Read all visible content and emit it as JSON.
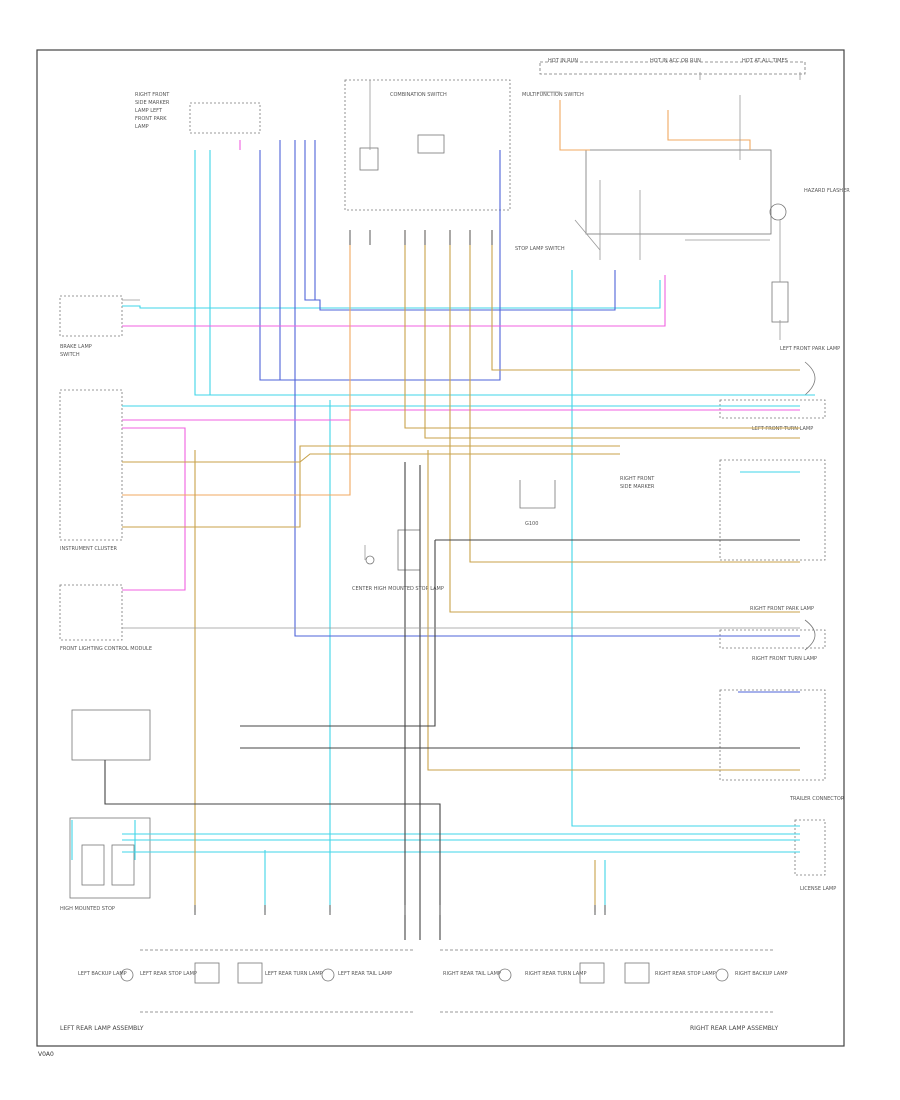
{
  "diagram": {
    "title": "",
    "corner_code": "V0A0",
    "left_assembly_label": "LEFT REAR LAMP ASSEMBLY",
    "right_assembly_label": "RIGHT REAR LAMP ASSEMBLY",
    "components": {
      "hazard_flasher": "HAZARD FLASHER",
      "combination_switch": "COMBINATION SWITCH",
      "instrument_cluster": "INSTRUMENT CLUSTER",
      "multifunction_switch": "MULTIFUNCTION SWITCH",
      "stop_lamp_switch": "STOP LAMP SWITCH",
      "front_controller": "FRONT LIGHTING CONTROL MODULE",
      "left_front_park": "LEFT FRONT PARK LAMP",
      "left_front_turn": "LEFT FRONT TURN LAMP",
      "right_front_park": "RIGHT FRONT PARK LAMP",
      "right_front_turn": "RIGHT FRONT TURN LAMP",
      "trailer_connector": "TRAILER CONNECTOR",
      "chmsl": "CENTER HIGH MOUNTED STOP LAMP",
      "license_lamp": "LICENSE LAMP",
      "lr_stop": "LEFT REAR STOP LAMP",
      "lr_turn": "LEFT REAR TURN LAMP",
      "lr_tail": "LEFT REAR TAIL LAMP",
      "lr_backup": "LEFT BACKUP LAMP",
      "rr_stop": "RIGHT REAR STOP LAMP",
      "rr_turn": "RIGHT REAR TURN LAMP",
      "rr_tail": "RIGHT REAR TAIL LAMP",
      "rr_backup": "RIGHT BACKUP LAMP",
      "fuse_hot_run": "HOT IN RUN",
      "fuse_hot_at_all": "HOT AT ALL TIMES",
      "fuse_hot_acc": "HOT IN ACC OR RUN",
      "ground": "G100"
    }
  }
}
